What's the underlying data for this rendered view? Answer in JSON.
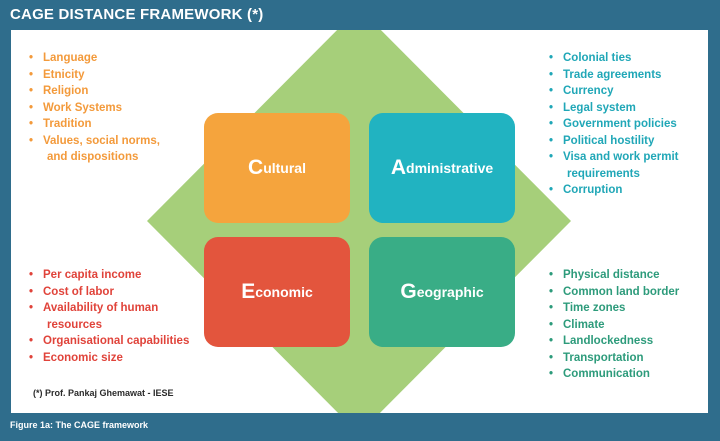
{
  "title": "CAGE DISTANCE FRAMEWORK (*)",
  "colors": {
    "frame": "#2f6d8c",
    "diamond": "#a6cf7a",
    "cultural": "#f5a43d",
    "administrative": "#21b3c1",
    "economic": "#e3553d",
    "geographic": "#39ad86"
  },
  "boxes": {
    "cultural": {
      "initial": "C",
      "rest": "ultural"
    },
    "administrative": {
      "initial": "A",
      "rest": "dministrative"
    },
    "economic": {
      "initial": "E",
      "rest": "conomic"
    },
    "geographic": {
      "initial": "G",
      "rest": "eographic"
    }
  },
  "cultural_items": [
    "Language",
    "Etnicity",
    "Religion",
    "Work Systems",
    "Tradition",
    "Values, social norms,",
    "and dispositions"
  ],
  "administrative_items": [
    "Colonial ties",
    "Trade agreements",
    "Currency",
    "Legal system",
    "Government policies",
    "Political hostility",
    "Visa and work permit",
    "requirements",
    "Corruption"
  ],
  "economic_items": [
    "Per capita income",
    "Cost of labor",
    "Availability of human",
    "resources",
    "Organisational capabilities",
    "Economic size"
  ],
  "geographic_items": [
    "Physical distance",
    "Common land border",
    "Time zones",
    "Climate",
    "Landlockedness",
    "Transportation",
    "Communication"
  ],
  "footnote": "(*) Prof. Pankaj Ghemawat - IESE",
  "caption": "Figure 1a: The CAGE framework"
}
